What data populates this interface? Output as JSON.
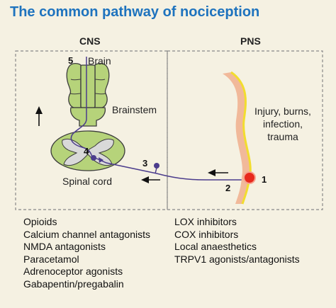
{
  "title": "The common pathway of nociception",
  "sections": {
    "cns": "CNS",
    "pns": "PNS"
  },
  "labels": {
    "brain": "Brain",
    "brainstem": "Brainstem",
    "spinal_cord": "Spinal cord",
    "injury_lines": [
      "Injury, burns,",
      "infection,",
      "trauma"
    ]
  },
  "steps": {
    "one": "1",
    "two": "2",
    "three": "3",
    "four": "4",
    "five": "5"
  },
  "drugs_left": [
    "Opioids",
    "Calcium channel antagonists",
    "NMDA antagonists",
    "Paracetamol",
    "Adrenoceptor agonists",
    "Gabapentin/pregabalin"
  ],
  "drugs_right": [
    "LOX inhibitors",
    "COX inhibitors",
    "Local anaesthetics",
    "TRPV1 agonists/antagonists"
  ],
  "colors": {
    "title": "#1e73be",
    "background": "#f5f1e2",
    "brain_green": "#b6d37a",
    "spinal_gray": "#d9d9d9",
    "nerve_purple": "#4b3c8c",
    "skin": "#f1b99a",
    "skin_edge": "#f2dd2e",
    "injury_red": "#e8291d"
  }
}
